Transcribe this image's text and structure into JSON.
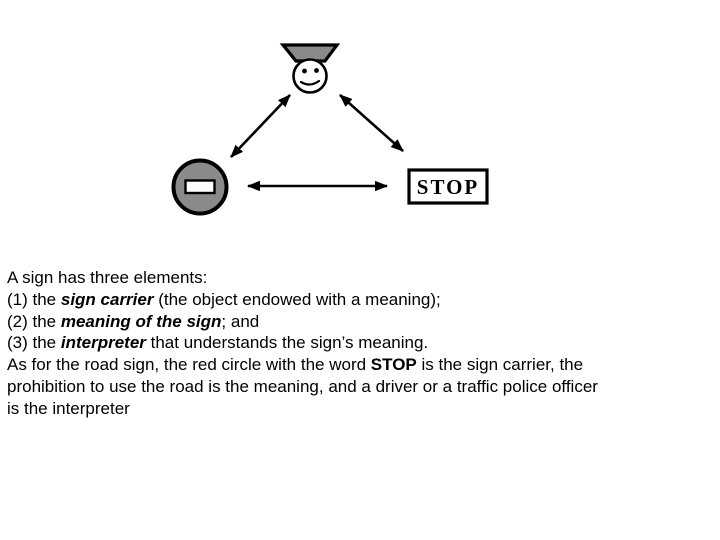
{
  "diagram": {
    "stop_sign": {
      "label": "STOP"
    },
    "colors": {
      "node_gray": "#8a8a8a",
      "outline": "#000000",
      "bar_white": "#ffffff",
      "background": "#ffffff"
    }
  },
  "body_text": {
    "lines": [
      {
        "segments": [
          {
            "text": "A sign has three elements:",
            "style": "normal"
          }
        ]
      },
      {
        "segments": [
          {
            "text": "(1) the ",
            "style": "normal"
          },
          {
            "text": "sign carrier",
            "style": "boldItalic"
          },
          {
            "text": " (the object endowed with a meaning);",
            "style": "normal"
          }
        ]
      },
      {
        "segments": [
          {
            "text": "(2) the ",
            "style": "normal"
          },
          {
            "text": "meaning of the sign",
            "style": "boldItalic"
          },
          {
            "text": "; and",
            "style": "normal"
          }
        ]
      },
      {
        "segments": [
          {
            "text": "(3) the ",
            "style": "normal"
          },
          {
            "text": "interpreter",
            "style": "boldItalic"
          },
          {
            "text": " that understands the sign’s meaning.",
            "style": "normal"
          }
        ]
      },
      {
        "segments": [
          {
            "text": "As for the road sign, the red circle with the word ",
            "style": "normal"
          },
          {
            "text": "STOP",
            "style": "bold"
          },
          {
            "text": " is the sign carrier, the",
            "style": "normal"
          }
        ]
      },
      {
        "segments": [
          {
            "text": "prohibition to use the road is the meaning, and a driver or a traffic police officer",
            "style": "normal"
          }
        ]
      },
      {
        "segments": [
          {
            "text": "is the interpreter",
            "style": "normal"
          }
        ]
      }
    ]
  }
}
